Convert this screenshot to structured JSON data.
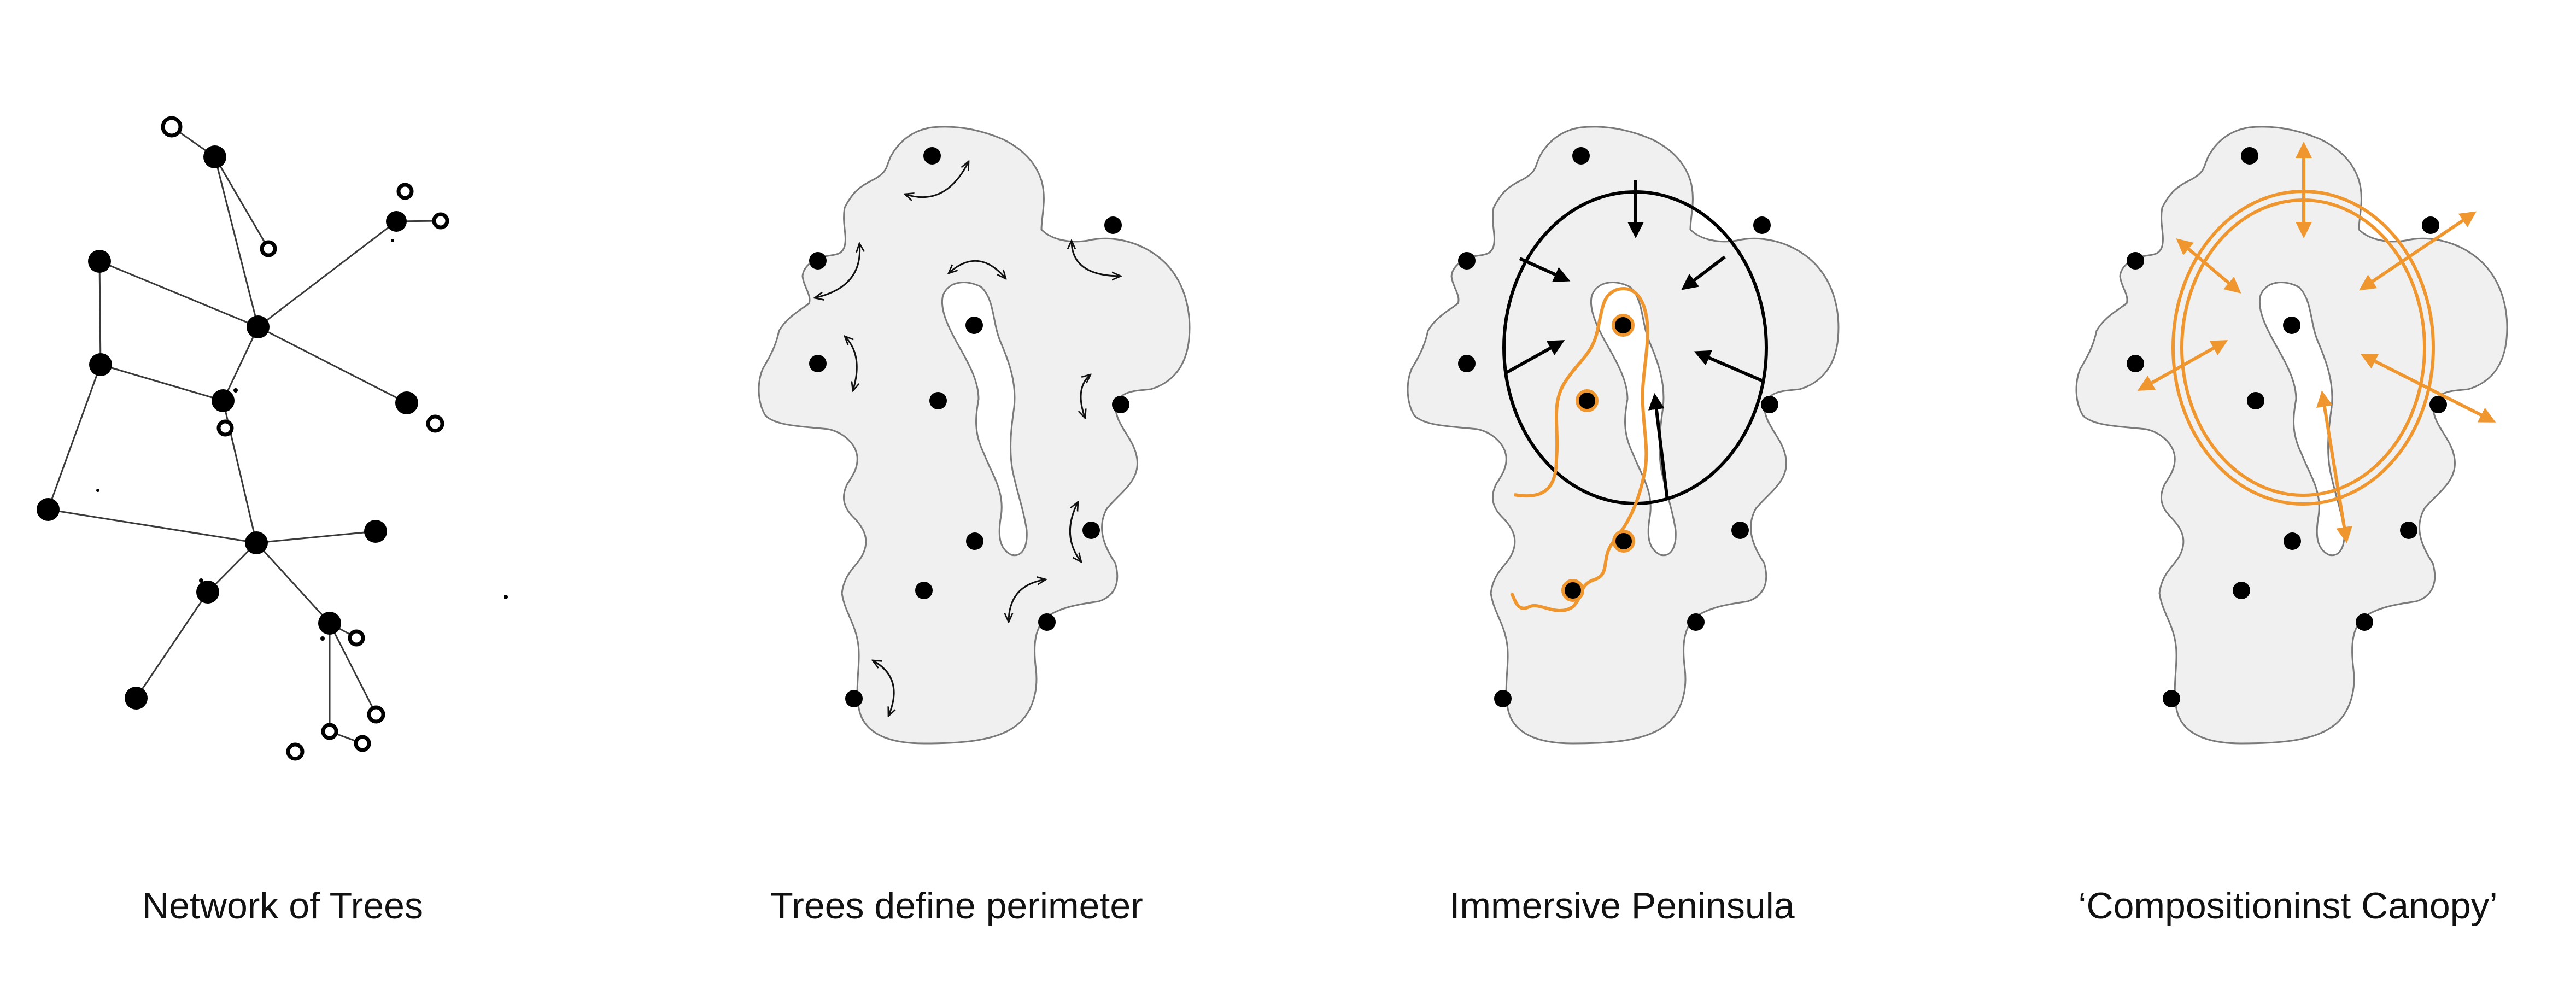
{
  "captions": {
    "panel1": "Network of Trees",
    "panel2": "Trees define perimeter",
    "panel3": "Immersive Peninsula",
    "panel4": "‘Compositioninst Canopy’"
  },
  "colors": {
    "accent": "#f0962e",
    "blob_fill": "#f0f0f0",
    "ink": "#000000"
  },
  "icons": {
    "tree_solid": "filled-circle",
    "tree_hollow": "ring",
    "movement": "double-headed-curved-arrow",
    "inward_force": "filled-arrowhead",
    "outward_growth": "orange-double-headed-arrow"
  }
}
